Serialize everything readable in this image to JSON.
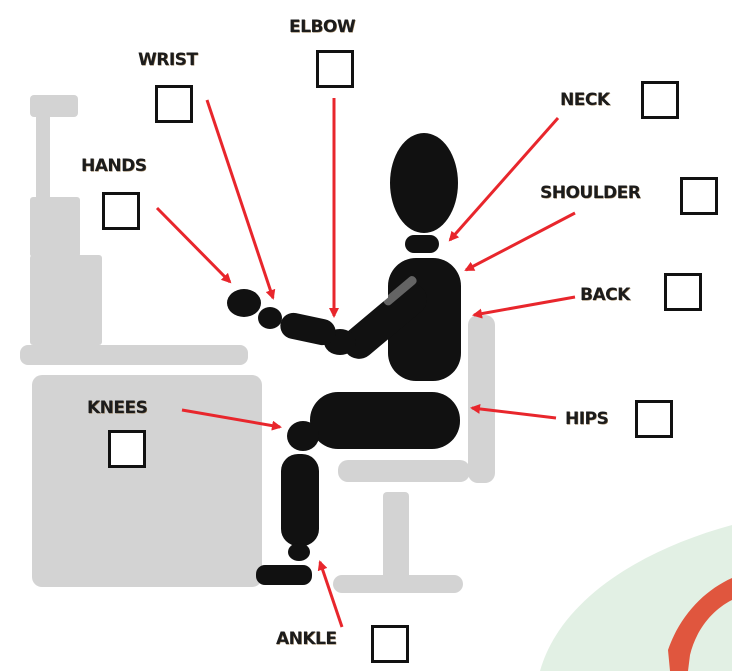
{
  "labels": {
    "elbow": "ELBOW",
    "wrist": "WRIST",
    "neck": "NECK",
    "hands": "HANDS",
    "shoulder": "SHOULDER",
    "back": "BACK",
    "knees": "KNEES",
    "hips": "HIPS",
    "ankle": "ANKLE"
  },
  "colors": {
    "figure": "#111111",
    "furniture": "#d3d3d3",
    "arrow": "#e8262c",
    "accent_leaf": "#e2f0e4",
    "accent_logo": "#e0452b"
  }
}
